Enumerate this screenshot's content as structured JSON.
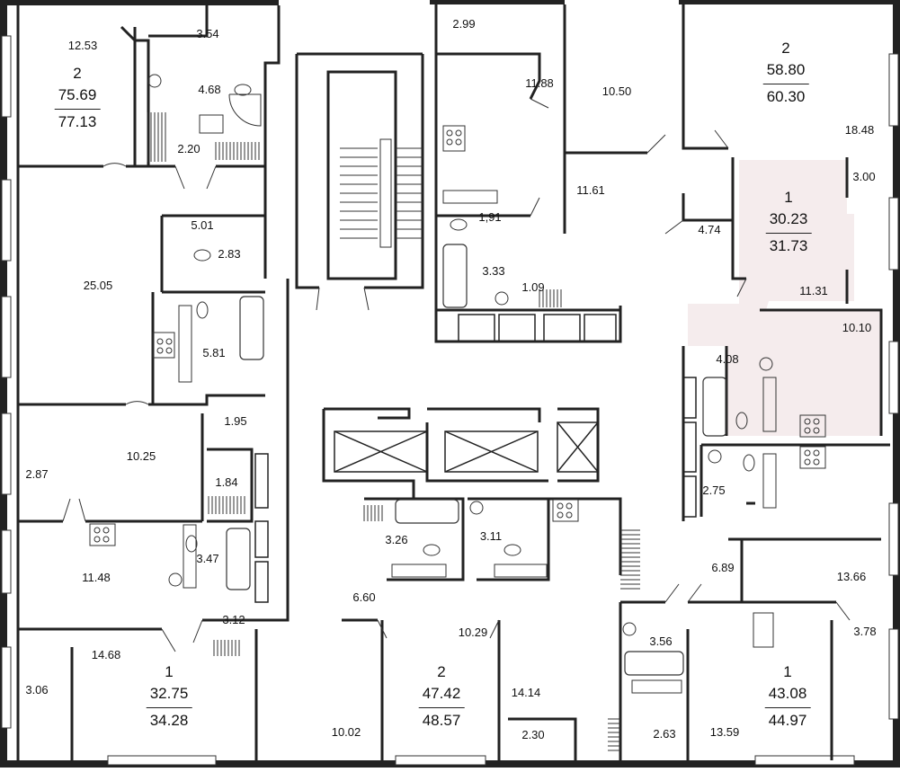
{
  "colors": {
    "wall": "#222222",
    "highlight": "#f5eced",
    "line": "#333333"
  },
  "apartments": [
    {
      "id": "apt-a",
      "rooms": "2",
      "living": "75.69",
      "total": "77.13"
    },
    {
      "id": "apt-b",
      "rooms": "2",
      "living": "58.80",
      "total": "60.30"
    },
    {
      "id": "apt-c",
      "rooms": "1",
      "living": "30.23",
      "total": "31.73"
    },
    {
      "id": "apt-d",
      "rooms": "1",
      "living": "32.75",
      "total": "34.28"
    },
    {
      "id": "apt-e",
      "rooms": "2",
      "living": "47.42",
      "total": "48.57"
    },
    {
      "id": "apt-f",
      "rooms": "1",
      "living": "43.08",
      "total": "44.97"
    }
  ],
  "areas": [
    "12.53",
    "3.54",
    "4.68",
    "2.20",
    "25.05",
    "5.01",
    "2.83",
    "5.81",
    "1.95",
    "10.25",
    "2.87",
    "1.84",
    "11.48",
    "3.47",
    "3.12",
    "14.68",
    "3.06",
    "10.02",
    "2.99",
    "11.88",
    "10.50",
    "18.48",
    "11.61",
    "1,91",
    "3.33",
    "1.09",
    "4.74",
    "3.00",
    "11.31",
    "10.10",
    "4.08",
    "2.75",
    "6.89",
    "13.66",
    "3.26",
    "3.11",
    "6.60",
    "10.29",
    "14.14",
    "2.30",
    "3.56",
    "2.63",
    "13.59",
    "3.78"
  ]
}
